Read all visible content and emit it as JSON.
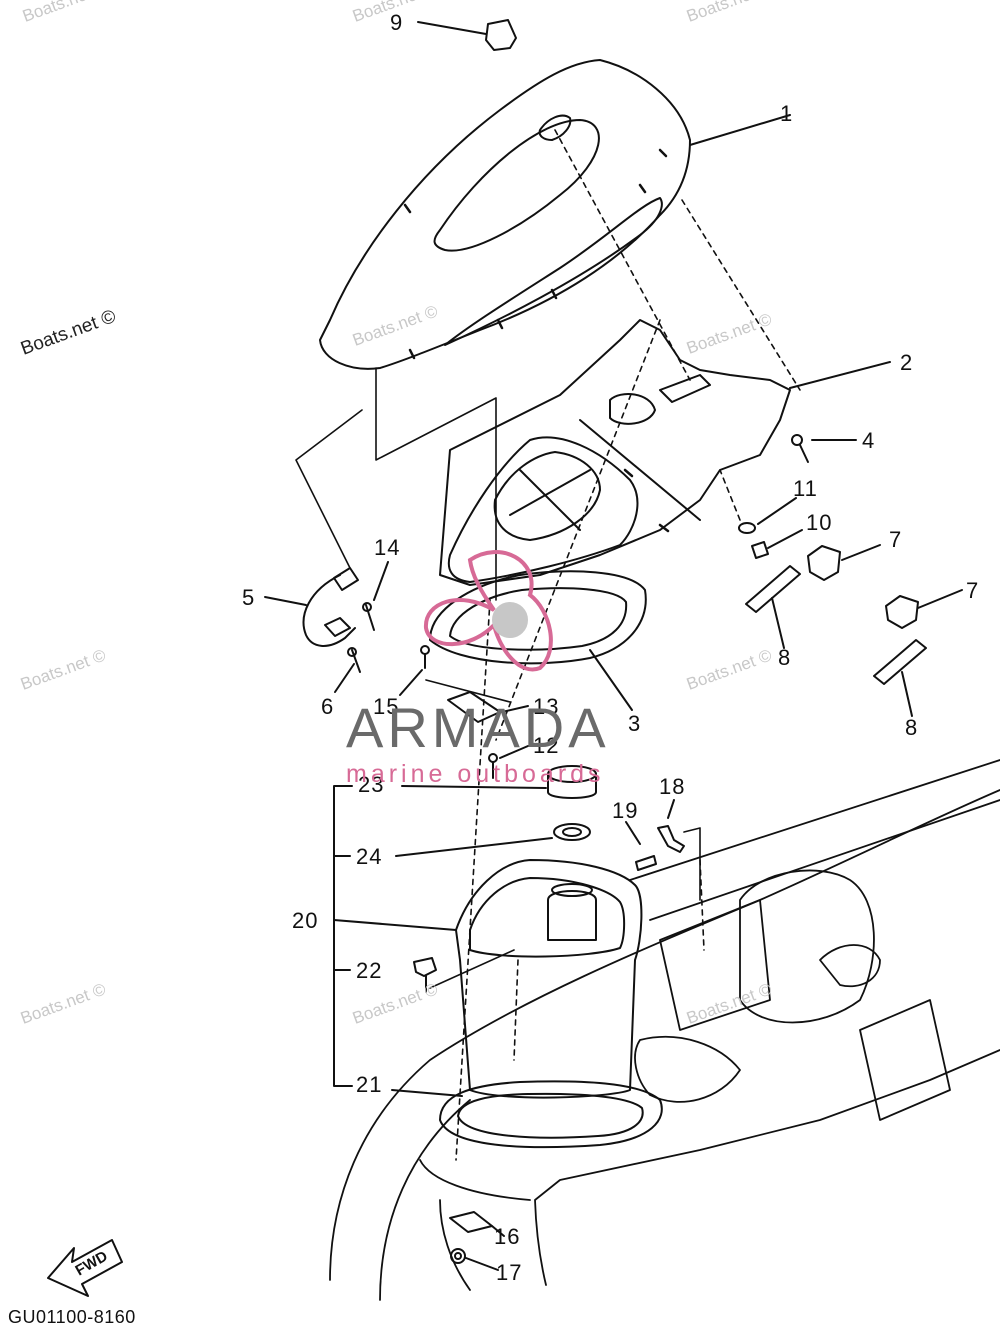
{
  "diagram": {
    "part_code": "GU01100-8160",
    "forward_marker": "FWD",
    "callouts": {
      "c1": "1",
      "c2": "2",
      "c3": "3",
      "c4": "4",
      "c5": "5",
      "c6": "6",
      "c7a": "7",
      "c7b": "7",
      "c8a": "8",
      "c8b": "8",
      "c9": "9",
      "c10": "10",
      "c11": "11",
      "c12": "12",
      "c13": "13",
      "c14": "14",
      "c15": "15",
      "c16": "16",
      "c17": "17",
      "c18": "18",
      "c19": "19",
      "c20": "20",
      "c21": "21",
      "c22": "22",
      "c23": "23",
      "c24": "24"
    }
  },
  "watermarks": {
    "boats_net": "Boats.net ©"
  },
  "logo": {
    "name": "ARMADA",
    "tagline": "marine outboards",
    "accent_color": "#d76a96"
  },
  "colors": {
    "line": "#111111",
    "watermark": "#c8c8c8"
  }
}
